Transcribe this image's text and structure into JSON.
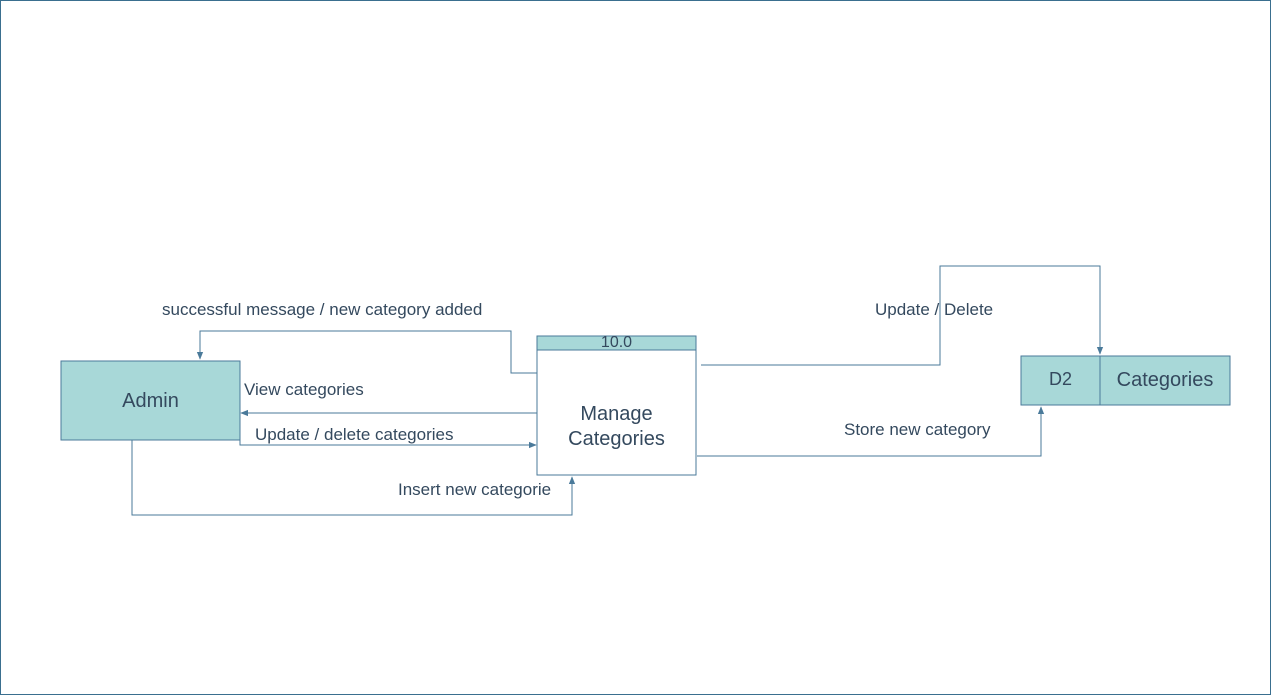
{
  "entity": {
    "label": "Admin"
  },
  "process": {
    "id": "10.0",
    "label_line1": "Manage",
    "label_line2": "Categories"
  },
  "datastore": {
    "id": "D2",
    "label": "Categories"
  },
  "flows": {
    "success_message": "successful message / new category added",
    "view_categories": "View categories",
    "update_delete_categories": "Update / delete categories",
    "insert_new": "Insert new categorie",
    "update_delete": "Update / Delete",
    "store_new": "Store new category"
  },
  "colors": {
    "fill": "#a8d8d8",
    "stroke": "#4a7a9a",
    "text": "#34495e"
  }
}
